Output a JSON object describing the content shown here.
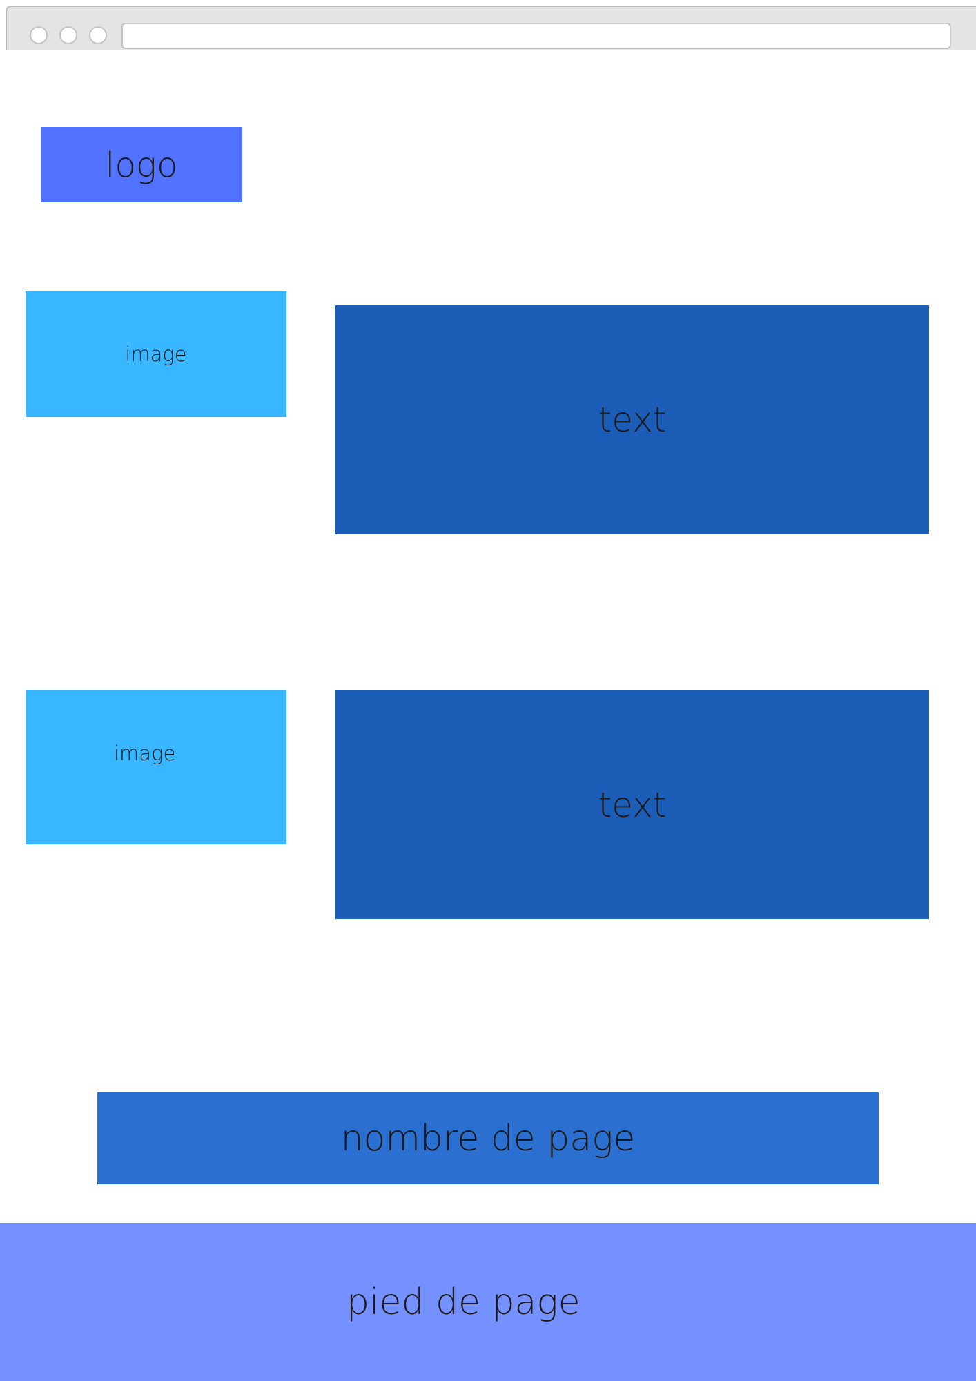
{
  "browser": {
    "address": ""
  },
  "header": {
    "logo_label": "logo"
  },
  "sections": [
    {
      "image_label": "image",
      "text_label": "text"
    },
    {
      "image_label": "image",
      "text_label": "text"
    }
  ],
  "pagination": {
    "label": "nombre de page"
  },
  "footer": {
    "label": "pied de page"
  },
  "colors": {
    "logo": "#5273ff",
    "image": "#38b6ff",
    "text_block": "#1c5db7",
    "pagination": "#2b6fd0",
    "footer": "#7590ff"
  }
}
